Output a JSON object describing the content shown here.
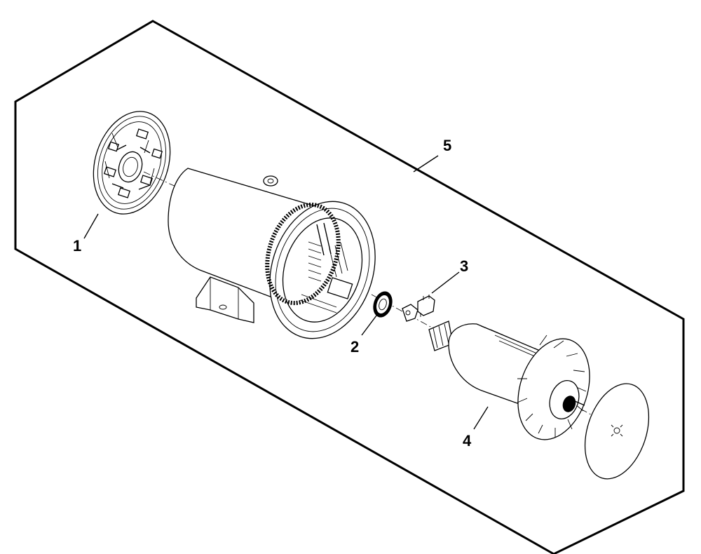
{
  "diagram": {
    "callouts": [
      {
        "id": "1",
        "label": "1",
        "part": "end-bracket"
      },
      {
        "id": "2",
        "label": "2",
        "part": "bearing"
      },
      {
        "id": "3",
        "label": "3",
        "part": "rectifier-assembly"
      },
      {
        "id": "4",
        "label": "4",
        "part": "rotor-assembly"
      },
      {
        "id": "5",
        "label": "5",
        "part": "generator-assembly-outline"
      }
    ],
    "colors": {
      "line": "#000000",
      "background": "#ffffff"
    }
  }
}
